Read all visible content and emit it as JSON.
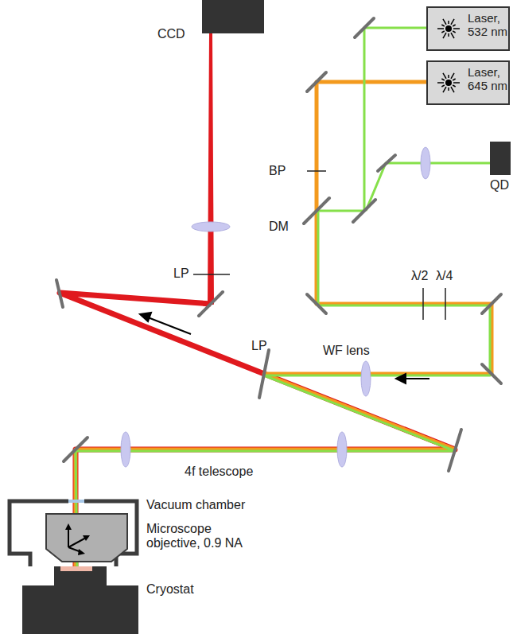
{
  "diagram": {
    "nodes": [
      {
        "text": [
          "CCD"
        ]
      },
      {
        "text": [
          "Laser, 532 nm"
        ]
      },
      {
        "text": [
          "Laser, 645 nm"
        ]
      },
      {
        "text": [
          "QD"
        ]
      },
      {
        "text": [
          "Vacuum chamber"
        ]
      },
      {
        "text": [
          "Microscope objective, 0.9 NA"
        ],
        "in": 4
      },
      {
        "text": [
          "Cryostat"
        ]
      }
    ],
    "labels": [
      "BP",
      "DM",
      "LP",
      "WF lens",
      "λ/2",
      "λ/4",
      "LP",
      "4f telescope"
    ]
  }
}
